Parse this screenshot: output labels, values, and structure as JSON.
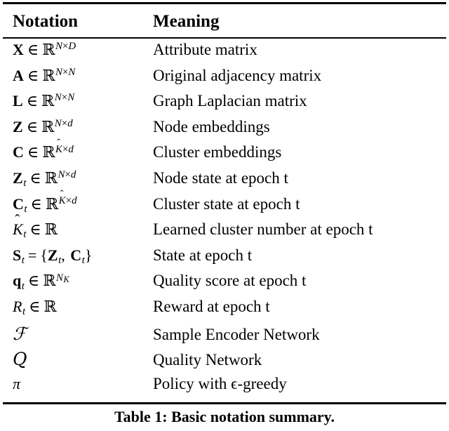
{
  "table": {
    "columns": [
      "Notation",
      "Meaning"
    ],
    "rows": [
      {
        "notation_plain": "X ∈ R^{N×D}",
        "meaning": "Attribute matrix"
      },
      {
        "notation_plain": "A ∈ R^{N×N}",
        "meaning": "Original adjacency matrix"
      },
      {
        "notation_plain": "L ∈ R^{N×N}",
        "meaning": "Graph Laplacian matrix"
      },
      {
        "notation_plain": "Z ∈ R^{N×d}",
        "meaning": "Node embeddings"
      },
      {
        "notation_plain": "C ∈ R^{K̂×d}",
        "meaning": "Cluster embeddings"
      },
      {
        "notation_plain": "Z_t ∈ R^{N×d}",
        "meaning": "Node state at epoch t"
      },
      {
        "notation_plain": "C_t ∈ R^{K̂×d}",
        "meaning": "Cluster state at epoch t"
      },
      {
        "notation_plain": "K̂_t ∈ R",
        "meaning": "Learned cluster number at epoch t"
      },
      {
        "notation_plain": "S_t = {Z_t, C_t}",
        "meaning": "State at epoch t"
      },
      {
        "notation_plain": "q_t ∈ R^{N_K}",
        "meaning": "Quality score at epoch t"
      },
      {
        "notation_plain": "R_t ∈ R",
        "meaning": "Reward at epoch t"
      },
      {
        "notation_plain": "F",
        "meaning": "Sample Encoder Network"
      },
      {
        "notation_plain": "Q",
        "meaning": "Quality Network"
      },
      {
        "notation_plain": "π",
        "meaning": "Policy with ϵ-greedy"
      }
    ]
  },
  "caption": {
    "label": "Table 1:",
    "text": "Basic notation summary.",
    "full": "Table 1: Basic notation summary."
  },
  "colors": {
    "text": "#000000",
    "background": "#ffffff",
    "rule": "#000000"
  }
}
